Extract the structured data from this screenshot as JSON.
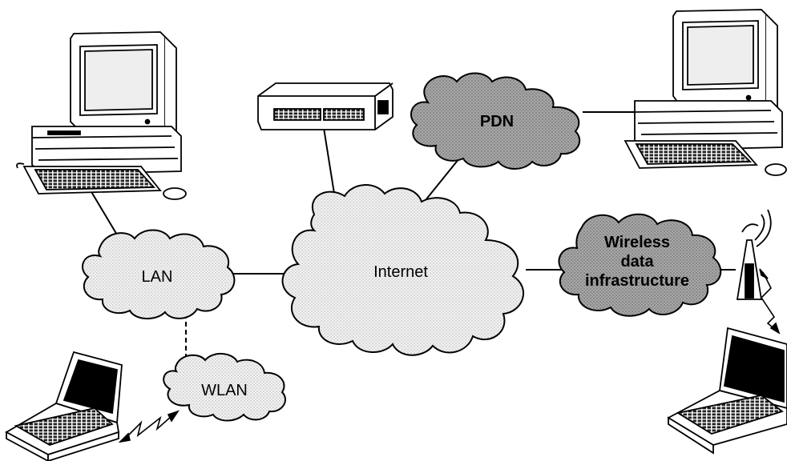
{
  "clouds": {
    "internet": "Internet",
    "lan": "LAN",
    "wlan": "WLAN",
    "pdn": "PDN",
    "wireless_line1": "Wireless",
    "wireless_line2": "data",
    "wireless_line3": "infrastructure"
  },
  "icons": {
    "desktop_left": "desktop-computer-icon",
    "desktop_right": "desktop-computer-icon",
    "server": "network-server-icon",
    "laptop_left": "laptop-icon",
    "laptop_right": "laptop-icon",
    "antenna": "cell-tower-icon"
  },
  "colors": {
    "light_cloud_fill": "#e6e6e6",
    "dark_cloud_fill": "#9a9a9a",
    "line": "#000000"
  }
}
